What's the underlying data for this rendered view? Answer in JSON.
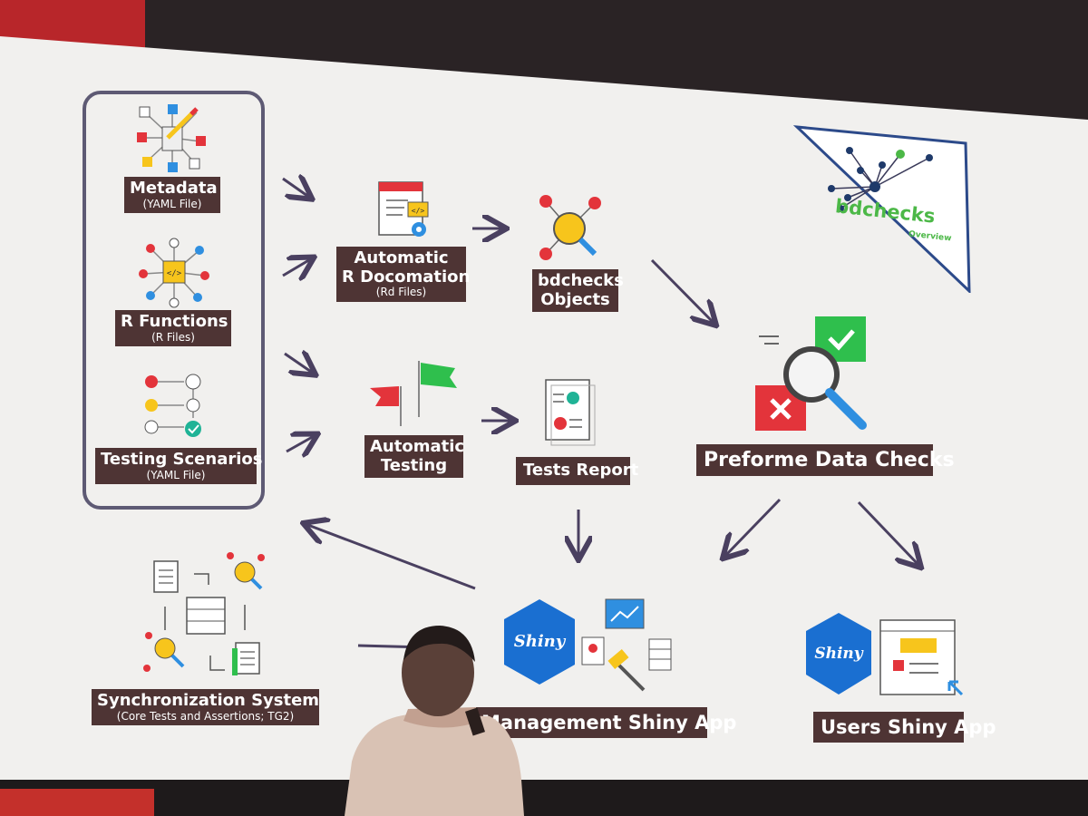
{
  "inputs": {
    "metadata": {
      "title": "Metadata",
      "sub": "(YAML File)"
    },
    "r_functions": {
      "title": "R Functions",
      "sub": "(R Files)"
    },
    "testing_scenarios": {
      "title": "Testing Scenarios",
      "sub": "(YAML File)"
    }
  },
  "documentation": {
    "title_line1": "Automatic",
    "title_line2": "R Docomation",
    "sub": "(Rd Files)"
  },
  "objects": {
    "line1": "bdchecks",
    "line2": "Objects"
  },
  "testing": {
    "line1": "Automatic",
    "line2": "Testing"
  },
  "tests_report": {
    "title": "Tests Report"
  },
  "data_checks": {
    "title": "Preforme Data Checks"
  },
  "sync_system": {
    "title": "Synchronization System",
    "sub": "(Core Tests and Assertions; TG2)"
  },
  "management_app": {
    "title": "Management Shiny App"
  },
  "users_app": {
    "title": "Users Shiny App"
  },
  "brand": {
    "title": "bdchecks",
    "subtitle": "Overview"
  },
  "shiny_logo_text": "Shiny",
  "colors": {
    "label_bg": "#4e3434",
    "arrow": "#4a4060",
    "brand_green": "#4cb847",
    "icon_blue": "#2f8fe0",
    "icon_red": "#e3343b",
    "icon_yellow": "#f7c51c",
    "shiny_blue": "#1a6fd1"
  }
}
